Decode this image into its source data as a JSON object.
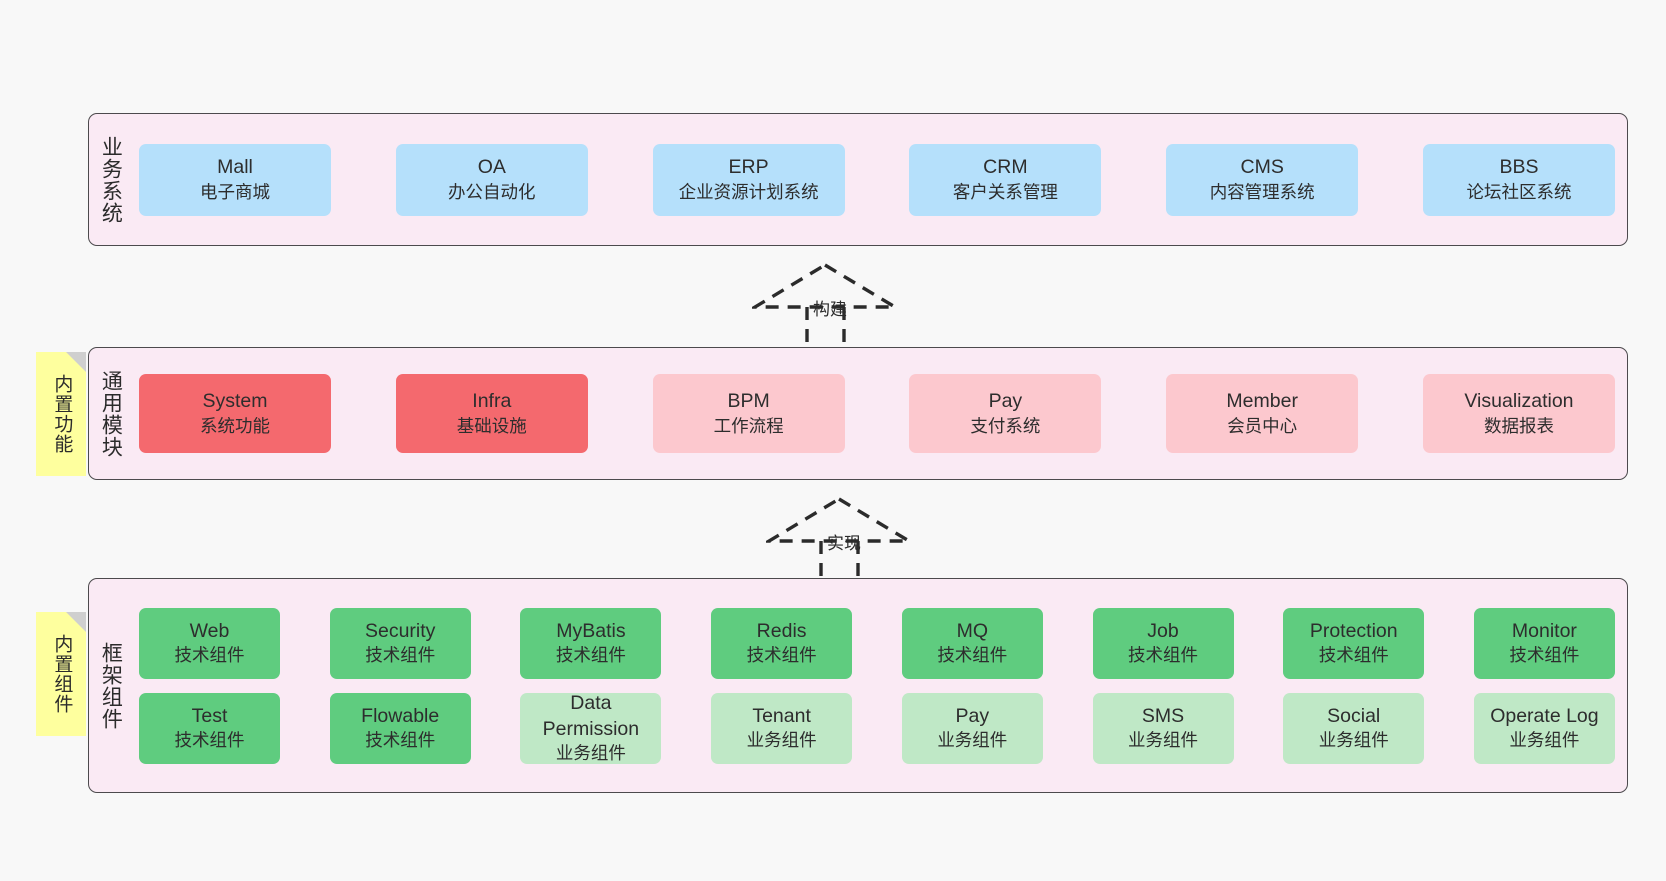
{
  "diagram": {
    "background_color": "#f8f8f8",
    "layer_fill": "#faeaf4",
    "layer_border": "#4c4a4d",
    "sticky_color": "#feff9e",
    "layers": [
      {
        "id": "business-systems",
        "title": "业务系统",
        "sticky": null,
        "rows": [
          {
            "cards": [
              {
                "name": "Mall",
                "sub": "电子商城",
                "color": "#b5e0fb",
                "style": "c-blue"
              },
              {
                "name": "OA",
                "sub": "办公自动化",
                "color": "#b5e0fb",
                "style": "c-blue"
              },
              {
                "name": "ERP",
                "sub": "企业资源计划系统",
                "color": "#b5e0fb",
                "style": "c-blue"
              },
              {
                "name": "CRM",
                "sub": "客户关系管理",
                "color": "#b5e0fb",
                "style": "c-blue"
              },
              {
                "name": "CMS",
                "sub": "内容管理系统",
                "color": "#b5e0fb",
                "style": "c-blue"
              },
              {
                "name": "BBS",
                "sub": "论坛社区系统",
                "color": "#b5e0fb",
                "style": "c-blue"
              }
            ]
          }
        ]
      },
      {
        "id": "common-modules",
        "title": "通用模块",
        "sticky": "内置功能",
        "rows": [
          {
            "cards": [
              {
                "name": "System",
                "sub": "系统功能",
                "color": "#f4696e",
                "style": "c-red-strong"
              },
              {
                "name": "Infra",
                "sub": "基础设施",
                "color": "#f4696e",
                "style": "c-red-strong"
              },
              {
                "name": "BPM",
                "sub": "工作流程",
                "color": "#fcc8ce",
                "style": "c-red-soft"
              },
              {
                "name": "Pay",
                "sub": "支付系统",
                "color": "#fcc8ce",
                "style": "c-red-soft"
              },
              {
                "name": "Member",
                "sub": "会员中心",
                "color": "#fcc8ce",
                "style": "c-red-soft"
              },
              {
                "name": "Visualization",
                "sub": "数据报表",
                "color": "#fcc8ce",
                "style": "c-red-soft"
              }
            ]
          }
        ]
      },
      {
        "id": "framework-components",
        "title": "框架组件",
        "sticky": "内置组件",
        "rows": [
          {
            "cards": [
              {
                "name": "Web",
                "sub": "技术组件",
                "color": "#5fcc7f",
                "style": "c-green-strong"
              },
              {
                "name": "Security",
                "sub": "技术组件",
                "color": "#5fcc7f",
                "style": "c-green-strong"
              },
              {
                "name": "MyBatis",
                "sub": "技术组件",
                "color": "#5fcc7f",
                "style": "c-green-strong"
              },
              {
                "name": "Redis",
                "sub": "技术组件",
                "color": "#5fcc7f",
                "style": "c-green-strong"
              },
              {
                "name": "MQ",
                "sub": "技术组件",
                "color": "#5fcc7f",
                "style": "c-green-strong"
              },
              {
                "name": "Job",
                "sub": "技术组件",
                "color": "#5fcc7f",
                "style": "c-green-strong"
              },
              {
                "name": "Protection",
                "sub": "技术组件",
                "color": "#5fcc7f",
                "style": "c-green-strong"
              },
              {
                "name": "Monitor",
                "sub": "技术组件",
                "color": "#5fcc7f",
                "style": "c-green-strong"
              }
            ]
          },
          {
            "cards": [
              {
                "name": "Test",
                "sub": "技术组件",
                "color": "#5fcc7f",
                "style": "c-green-strong"
              },
              {
                "name": "Flowable",
                "sub": "技术组件",
                "color": "#5fcc7f",
                "style": "c-green-strong"
              },
              {
                "name": "Data",
                "name2": "Permission",
                "sub": "业务组件",
                "color": "#bfe8c6",
                "style": "c-green-soft"
              },
              {
                "name": "Tenant",
                "sub": "业务组件",
                "color": "#bfe8c6",
                "style": "c-green-soft"
              },
              {
                "name": "Pay",
                "sub": "业务组件",
                "color": "#bfe8c6",
                "style": "c-green-soft"
              },
              {
                "name": "SMS",
                "sub": "业务组件",
                "color": "#bfe8c6",
                "style": "c-green-soft"
              },
              {
                "name": "Social",
                "sub": "业务组件",
                "color": "#bfe8c6",
                "style": "c-green-soft"
              },
              {
                "name": "Operate Log",
                "sub": "业务组件",
                "color": "#bfe8c6",
                "style": "c-green-soft"
              }
            ]
          }
        ]
      }
    ],
    "connectors": [
      {
        "id": "build-arrow",
        "label": "构建",
        "style": "dashed-generalization"
      },
      {
        "id": "realize-arrow",
        "label": "实现",
        "style": "dashed-generalization"
      }
    ]
  }
}
